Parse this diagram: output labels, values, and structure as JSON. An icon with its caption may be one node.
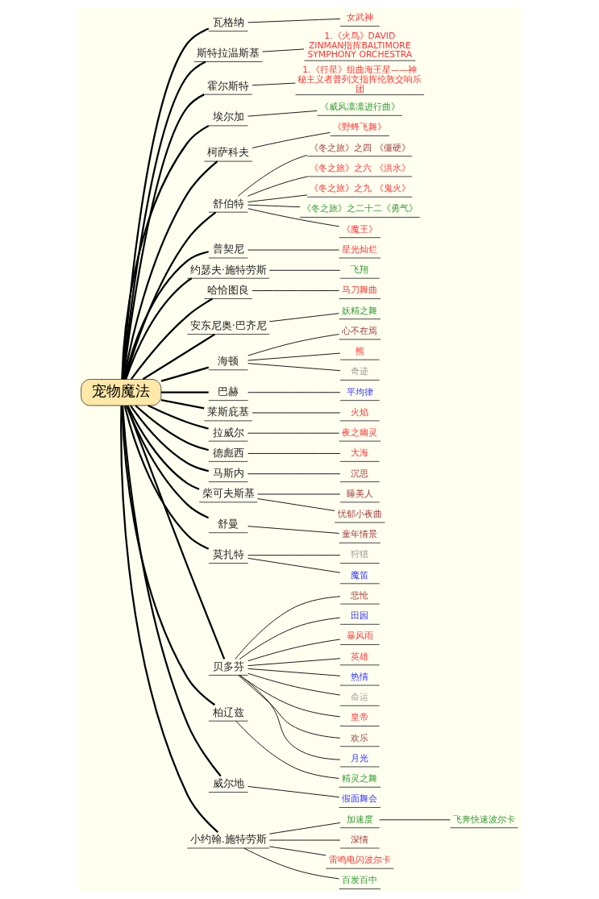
{
  "diagram": {
    "nodes": [
      {
        "text": [
          "宠物魔法"
        ]
      },
      {
        "text": [
          "瓦格纳"
        ]
      },
      {
        "text": [
          "女武神"
        ]
      },
      {
        "text": [
          "斯特拉温斯基"
        ]
      },
      {
        "text": [
          "1.《火鸟》DAVID ZINMAN指挥BALTIMORE SYMPHONY ORCHESTRA"
        ]
      },
      {
        "text": [
          "霍尔斯特"
        ]
      },
      {
        "text": [
          "1.《行星》组曲海王星——神秘主义者普列文指挥伦敦交响乐团"
        ]
      },
      {
        "text": [
          "埃尔加"
        ]
      },
      {
        "text": [
          "《威风凛凛进行曲》"
        ]
      },
      {
        "text": [
          "柯萨科夫"
        ]
      },
      {
        "text": [
          "《野蜂飞舞》"
        ]
      },
      {
        "text": [
          "舒伯特"
        ]
      },
      {
        "text": [
          "《冬之旅》之四 《僵硬》"
        ]
      },
      {
        "text": [
          "《冬之旅》之六 《洪水》"
        ]
      },
      {
        "text": [
          "《冬之旅》之九 《鬼火》"
        ]
      },
      {
        "text": [
          "《冬之旅》之二十二《勇气》"
        ]
      },
      {
        "text": [
          "《魔王》"
        ]
      },
      {
        "text": [
          "普契尼"
        ]
      },
      {
        "text": [
          "星光灿烂"
        ]
      },
      {
        "text": [
          "约瑟夫·施特劳斯"
        ]
      },
      {
        "text": [
          "飞翔"
        ]
      },
      {
        "text": [
          "哈恰图良"
        ]
      },
      {
        "text": [
          "马刀舞曲"
        ]
      },
      {
        "text": [
          "安东尼奥·巴齐尼"
        ]
      },
      {
        "text": [
          "妖精之舞"
        ]
      },
      {
        "text": [
          "海顿"
        ]
      },
      {
        "text": [
          "心不在焉"
        ]
      },
      {
        "text": [
          "熊"
        ]
      },
      {
        "text": [
          "奇迹"
        ]
      },
      {
        "text": [
          "巴赫"
        ]
      },
      {
        "text": [
          "平均律"
        ]
      },
      {
        "text": [
          "莱斯庇基"
        ]
      },
      {
        "text": [
          "火焰"
        ]
      },
      {
        "text": [
          "拉威尔"
        ]
      },
      {
        "text": [
          "夜之幽灵"
        ]
      },
      {
        "text": [
          "德彪西"
        ]
      },
      {
        "text": [
          "大海"
        ]
      },
      {
        "text": [
          "马斯内"
        ]
      },
      {
        "text": [
          "沉思"
        ]
      },
      {
        "text": [
          "柴可夫斯基"
        ]
      },
      {
        "text": [
          "睡美人"
        ]
      },
      {
        "text": [
          "忧郁小夜曲"
        ]
      },
      {
        "text": [
          "舒曼"
        ]
      },
      {
        "text": [
          "童年情景"
        ]
      },
      {
        "text": [
          "莫扎特"
        ]
      },
      {
        "text": [
          "狩猎"
        ]
      },
      {
        "text": [
          "魔笛"
        ]
      },
      {
        "text": [
          "贝多芬"
        ]
      },
      {
        "text": [
          "悲怆"
        ]
      },
      {
        "text": [
          "田园"
        ]
      },
      {
        "text": [
          "暴风雨"
        ]
      },
      {
        "text": [
          "英雄"
        ]
      },
      {
        "text": [
          "热情"
        ]
      },
      {
        "text": [
          "命运"
        ]
      },
      {
        "text": [
          "皇帝"
        ]
      },
      {
        "text": [
          "欢乐"
        ]
      },
      {
        "text": [
          "月光"
        ]
      },
      {
        "text": [
          "柏辽兹"
        ]
      },
      {
        "text": [
          "精灵之舞"
        ]
      },
      {
        "text": [
          "威尔地"
        ]
      },
      {
        "text": [
          "假面舞会"
        ]
      },
      {
        "text": [
          "小约翰.施特劳斯"
        ]
      },
      {
        "text": [
          "加速度"
        ]
      },
      {
        "text": [
          "飞奔快速波尔卡"
        ]
      },
      {
        "text": [
          "深情"
        ]
      },
      {
        "text": [
          "雷鸣电闪波尔卡"
        ]
      },
      {
        "text": [
          "百发百中"
        ]
      }
    ],
    "edges": [
      {
        "from": 0,
        "to": 1,
        "arrow": "none"
      },
      {
        "from": 1,
        "to": 2,
        "arrow": "none"
      },
      {
        "from": 0,
        "to": 3,
        "arrow": "none"
      },
      {
        "from": 3,
        "to": 4,
        "arrow": "none"
      },
      {
        "from": 0,
        "to": 5,
        "arrow": "none"
      },
      {
        "from": 5,
        "to": 6,
        "arrow": "none"
      },
      {
        "from": 0,
        "to": 7,
        "arrow": "none"
      },
      {
        "from": 7,
        "to": 8,
        "arrow": "none"
      },
      {
        "from": 0,
        "to": 9,
        "arrow": "none"
      },
      {
        "from": 9,
        "to": 10,
        "arrow": "none"
      },
      {
        "from": 0,
        "to": 11,
        "arrow": "none"
      },
      {
        "from": 11,
        "to": 12,
        "arrow": "none"
      },
      {
        "from": 11,
        "to": 13,
        "arrow": "none"
      },
      {
        "from": 11,
        "to": 14,
        "arrow": "none"
      },
      {
        "from": 11,
        "to": 15,
        "arrow": "none"
      },
      {
        "from": 11,
        "to": 16,
        "arrow": "none"
      },
      {
        "from": 0,
        "to": 17,
        "arrow": "none"
      },
      {
        "from": 17,
        "to": 18,
        "arrow": "none"
      },
      {
        "from": 0,
        "to": 19,
        "arrow": "none"
      },
      {
        "from": 19,
        "to": 20,
        "arrow": "none"
      },
      {
        "from": 0,
        "to": 21,
        "arrow": "none"
      },
      {
        "from": 21,
        "to": 22,
        "arrow": "none"
      },
      {
        "from": 0,
        "to": 23,
        "arrow": "none"
      },
      {
        "from": 23,
        "to": 24,
        "arrow": "none"
      },
      {
        "from": 0,
        "to": 25,
        "arrow": "none"
      },
      {
        "from": 25,
        "to": 26,
        "arrow": "none"
      },
      {
        "from": 25,
        "to": 27,
        "arrow": "none"
      },
      {
        "from": 25,
        "to": 28,
        "arrow": "none"
      },
      {
        "from": 0,
        "to": 29,
        "arrow": "none"
      },
      {
        "from": 29,
        "to": 30,
        "arrow": "none"
      },
      {
        "from": 0,
        "to": 31,
        "arrow": "none"
      },
      {
        "from": 31,
        "to": 32,
        "arrow": "none"
      },
      {
        "from": 0,
        "to": 33,
        "arrow": "none"
      },
      {
        "from": 33,
        "to": 34,
        "arrow": "none"
      },
      {
        "from": 0,
        "to": 35,
        "arrow": "none"
      },
      {
        "from": 35,
        "to": 36,
        "arrow": "none"
      },
      {
        "from": 0,
        "to": 37,
        "arrow": "none"
      },
      {
        "from": 37,
        "to": 38,
        "arrow": "none"
      },
      {
        "from": 0,
        "to": 39,
        "arrow": "none"
      },
      {
        "from": 39,
        "to": 40,
        "arrow": "none"
      },
      {
        "from": 39,
        "to": 41,
        "arrow": "none"
      },
      {
        "from": 0,
        "to": 42,
        "arrow": "none"
      },
      {
        "from": 42,
        "to": 43,
        "arrow": "none"
      },
      {
        "from": 0,
        "to": 44,
        "arrow": "none"
      },
      {
        "from": 44,
        "to": 45,
        "arrow": "none"
      },
      {
        "from": 44,
        "to": 46,
        "arrow": "none"
      },
      {
        "from": 0,
        "to": 47,
        "arrow": "none"
      },
      {
        "from": 47,
        "to": 48,
        "arrow": "none"
      },
      {
        "from": 47,
        "to": 49,
        "arrow": "none"
      },
      {
        "from": 47,
        "to": 50,
        "arrow": "none"
      },
      {
        "from": 47,
        "to": 51,
        "arrow": "none"
      },
      {
        "from": 47,
        "to": 52,
        "arrow": "none"
      },
      {
        "from": 47,
        "to": 53,
        "arrow": "none"
      },
      {
        "from": 47,
        "to": 54,
        "arrow": "none"
      },
      {
        "from": 47,
        "to": 55,
        "arrow": "none"
      },
      {
        "from": 47,
        "to": 56,
        "arrow": "none"
      },
      {
        "from": 0,
        "to": 57,
        "arrow": "none"
      },
      {
        "from": 57,
        "to": 58,
        "arrow": "none"
      },
      {
        "from": 0,
        "to": 59,
        "arrow": "none"
      },
      {
        "from": 59,
        "to": 60,
        "arrow": "none"
      },
      {
        "from": 0,
        "to": 61,
        "arrow": "none"
      },
      {
        "from": 61,
        "to": 62,
        "arrow": "none"
      },
      {
        "from": 62,
        "to": 63,
        "arrow": "none"
      },
      {
        "from": 61,
        "to": 64,
        "arrow": "none"
      },
      {
        "from": 61,
        "to": 65,
        "arrow": "none"
      },
      {
        "from": 61,
        "to": 66,
        "arrow": "none"
      }
    ]
  }
}
